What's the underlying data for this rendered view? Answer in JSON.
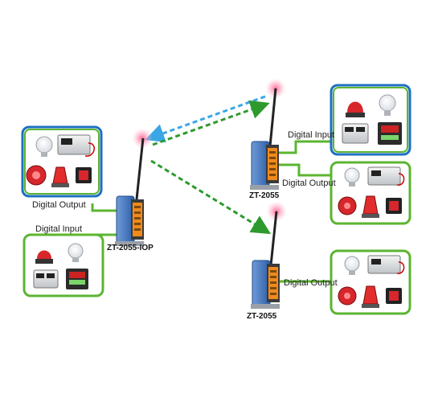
{
  "colors": {
    "green_frame": "#5bb531",
    "blue_frame": "#1d6fc2",
    "link_blue": "#3aa6e6",
    "link_green": "#2e9a2e",
    "device_blue": "#3a6fb6",
    "terminal_orange": "#f08a1c"
  },
  "diagram": {
    "labels": {
      "iop_digital_output": "Digital Output",
      "iop_digital_input": "Digital Input",
      "top_digital_input": "Digital Input",
      "top_digital_output": "Digital Output",
      "bottom_digital_output": "Digital Output"
    },
    "devices": {
      "iop": "ZT-2055-IOP",
      "top": "ZT-2055",
      "bottom": "ZT-2055"
    }
  }
}
